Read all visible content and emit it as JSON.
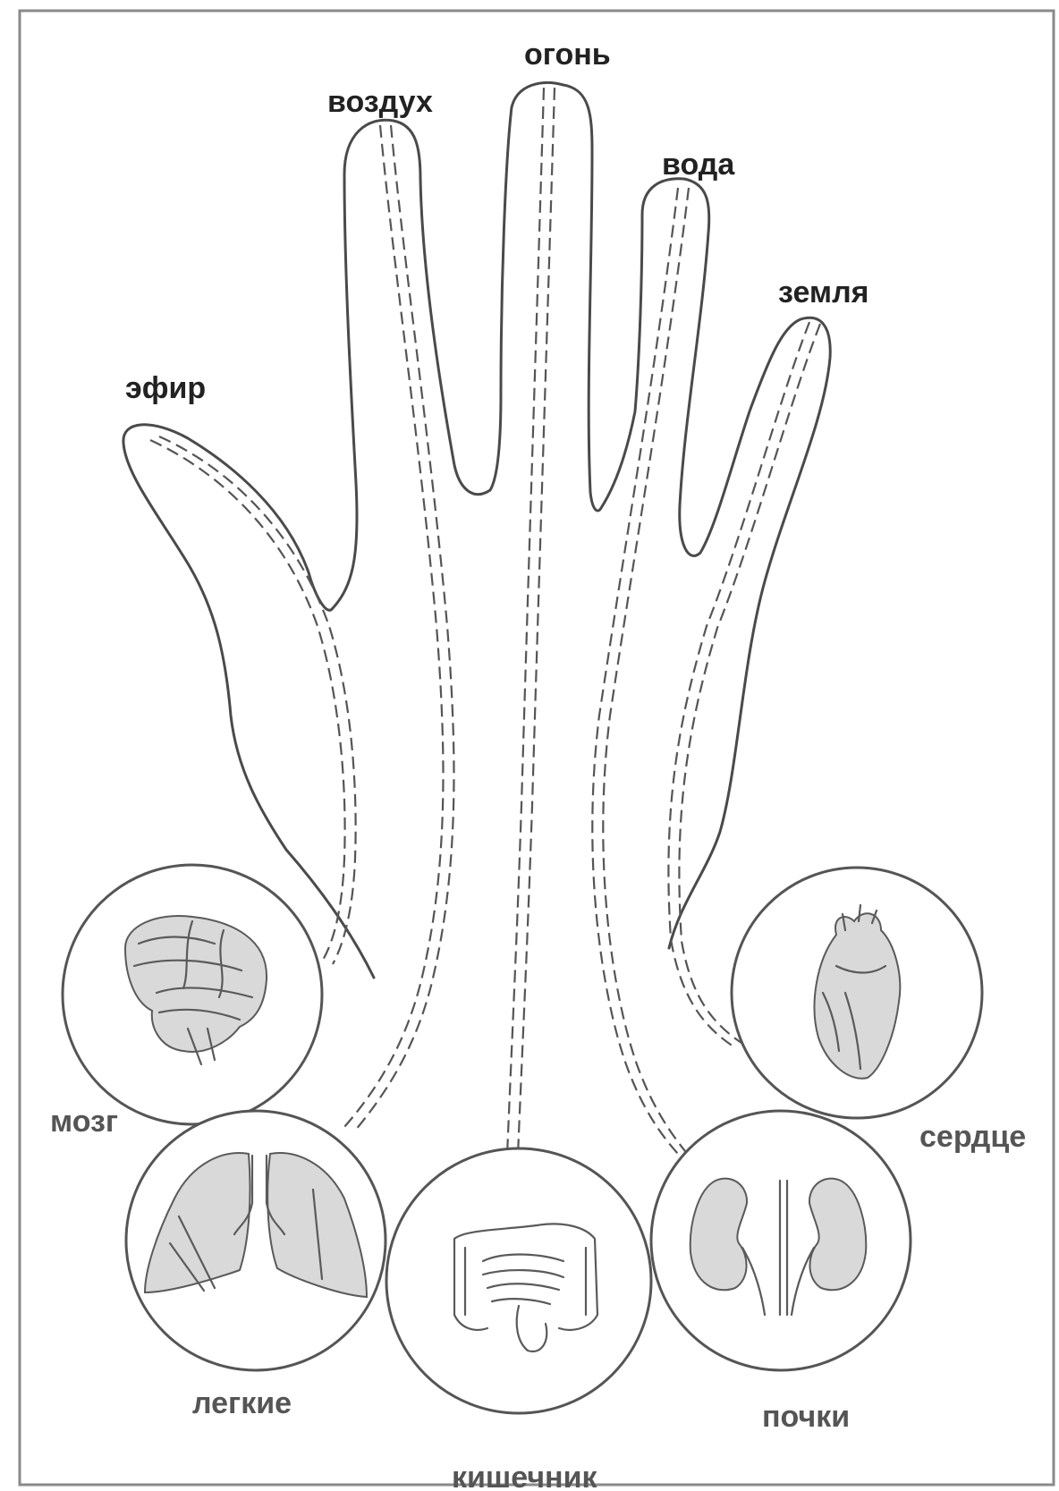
{
  "elements": {
    "ether": "эфир",
    "air": "воздух",
    "fire": "огонь",
    "water": "вода",
    "earth": "земля"
  },
  "organs": {
    "brain": "мозг",
    "lungs": "легкие",
    "intestine": "кишечник",
    "kidneys": "почки",
    "heart": "сердце"
  },
  "colors": {
    "line": "#4a4a4a",
    "organ_label": "#555555",
    "finger_label": "#222222"
  }
}
